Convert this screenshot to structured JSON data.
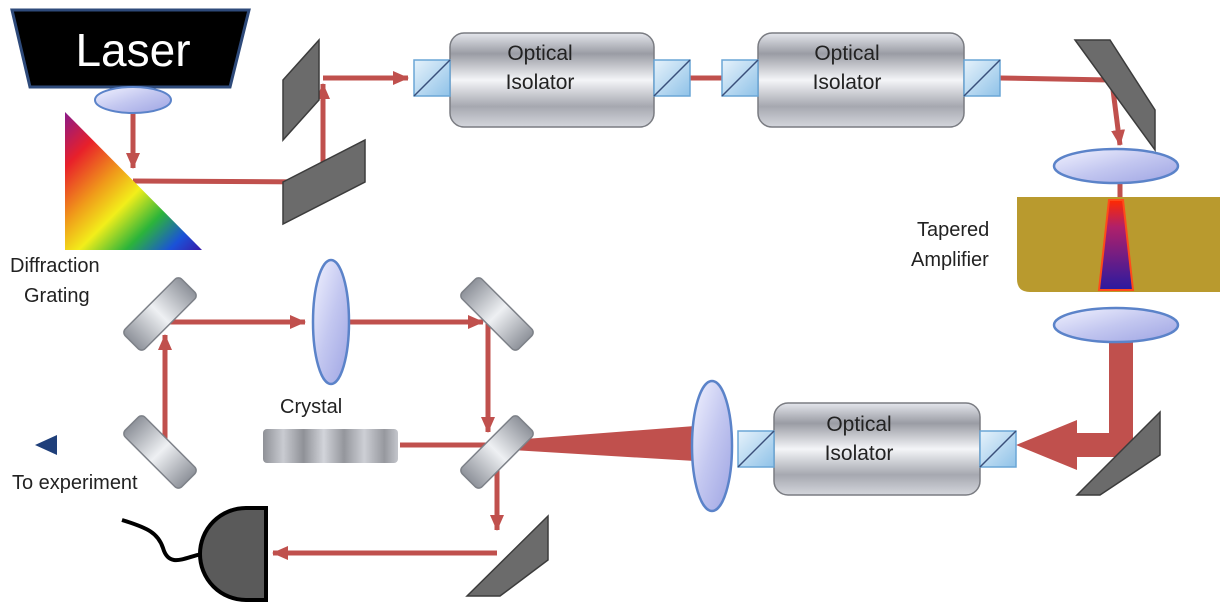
{
  "laser": {
    "label": "Laser"
  },
  "grating": {
    "label_line1": "Diffraction",
    "label_line2": "Grating"
  },
  "isolators": [
    {
      "line1": "Optical",
      "line2": "Isolator"
    },
    {
      "line1": "Optical",
      "line2": "Isolator"
    },
    {
      "line1": "Optical",
      "line2": "Isolator"
    }
  ],
  "amplifier": {
    "label_line1": "Tapered",
    "label_line2": "Amplifier"
  },
  "crystal": {
    "label": "Crystal"
  },
  "output": {
    "label": "To experiment"
  },
  "colors": {
    "beam": "#c0504d",
    "output_beam": "#1f3f7a",
    "mirror_dark": "#6b6b6b",
    "amplifier_body": "#b99a2e",
    "lens_fill": "#c9cdf2",
    "lens_stroke": "#5b83c9"
  }
}
